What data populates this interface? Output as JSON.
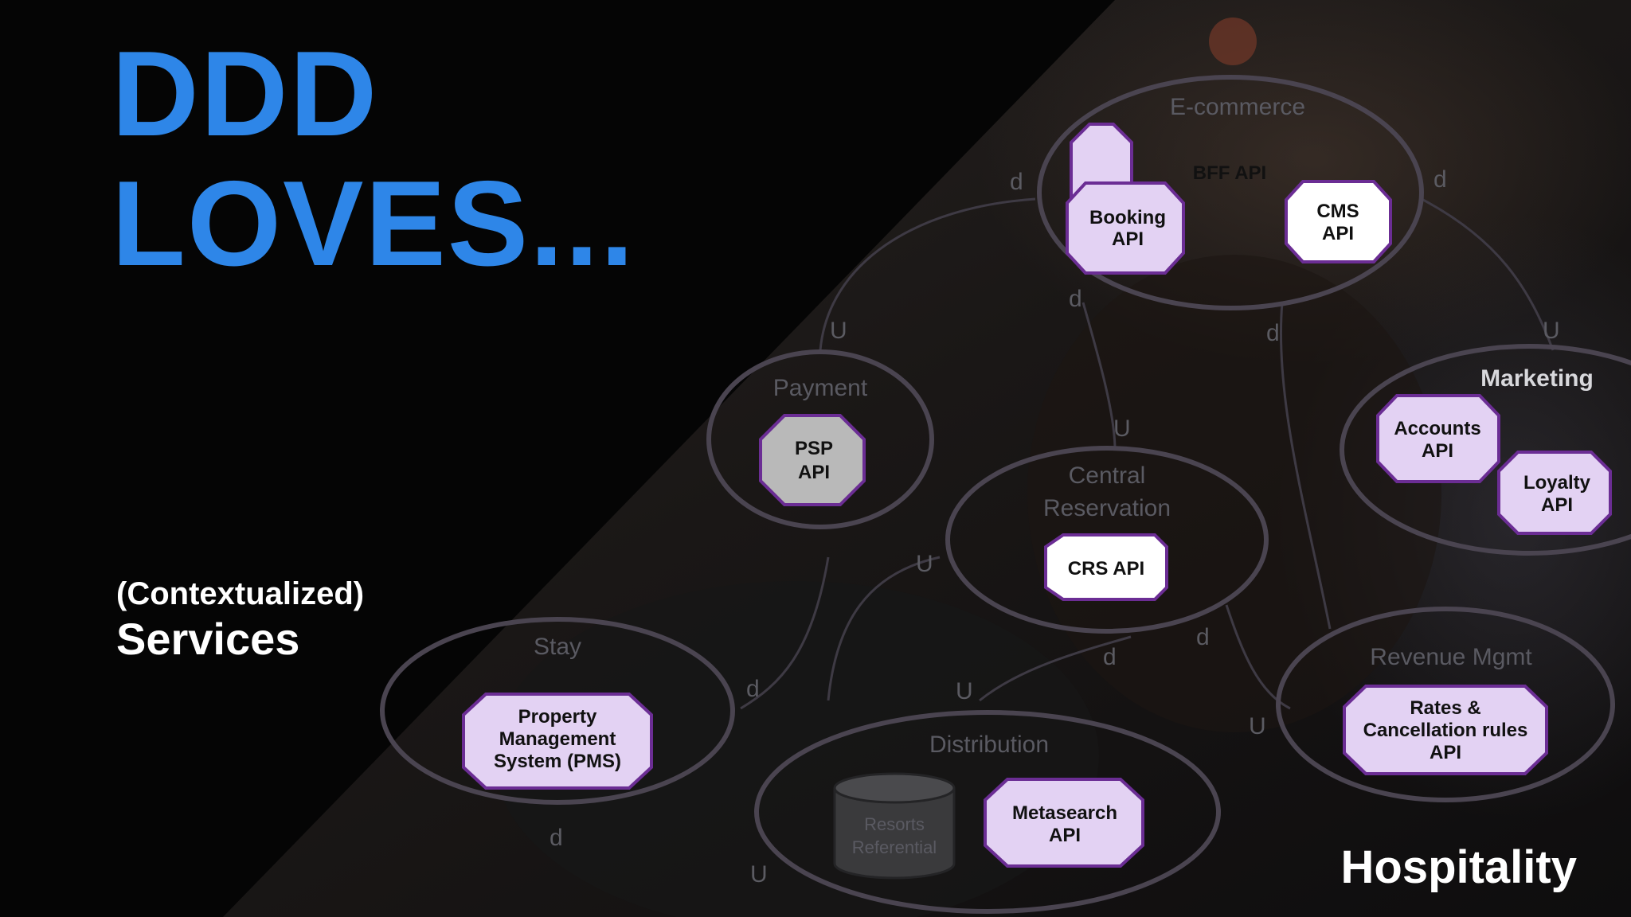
{
  "slide": {
    "title_line1": "DDD",
    "title_line2": "LOVES...",
    "subtitle_line1": "(Contextualized)",
    "subtitle_line2": "Services",
    "domain_label": "Hospitality"
  },
  "contexts": {
    "ecommerce": "E-commerce",
    "payment": "Payment",
    "central_reservation_line1": "Central",
    "central_reservation_line2": "Reservation",
    "marketing": "Marketing",
    "stay": "Stay",
    "revenue_mgmt": "Revenue Mgmt",
    "distribution": "Distribution"
  },
  "services": {
    "bff_api": "BFF API",
    "booking_api_line1": "Booking",
    "booking_api_line2": "API",
    "cms_api_line1": "CMS",
    "cms_api_line2": "API",
    "psp_api_line1": "PSP",
    "psp_api_line2": "API",
    "crs_api": "CRS API",
    "accounts_api_line1": "Accounts",
    "accounts_api_line2": "API",
    "loyalty_api_line1": "Loyalty",
    "loyalty_api_line2": "API",
    "pms_line1": "Property",
    "pms_line2": "Management",
    "pms_line3": "System (PMS)",
    "rates_line1": "Rates &",
    "rates_line2": "Cancellation rules",
    "rates_line3": "API",
    "metasearch_line1": "Metasearch",
    "metasearch_line2": "API",
    "resorts_line1": "Resorts",
    "resorts_line2": "Referential"
  },
  "relations": {
    "downstream": "d",
    "upstream": "U"
  },
  "colors": {
    "title_blue": "#2e86e8",
    "service_fill": "#e3d2f3",
    "service_border": "#6b2d94",
    "service_fill_gray": "#b9b9b9",
    "service_fill_white": "#ffffff",
    "context_border": "#4a4450"
  }
}
